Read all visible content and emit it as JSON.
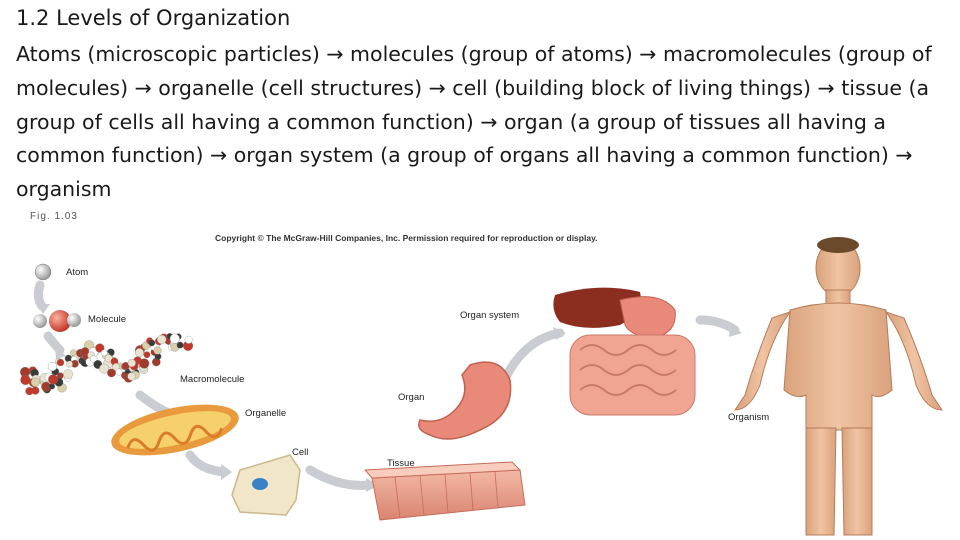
{
  "slide": {
    "title": "1.2 Levels of Organization",
    "body": "Atoms (microscopic particles) → molecules (group of atoms) → macromolecules (group of molecules) → organelle (cell structures) → cell (building block of living things) → tissue (a group of cells all having a common function) → organ (a group of tissues all having a common function) → organ system (a group of organs all having a common function) → organism"
  },
  "figure": {
    "fig_number": "Fig. 1.03",
    "copyright": "Copyright © The McGraw-Hill Companies, Inc. Permission required for reproduction or display.",
    "labels": {
      "atom": "Atom",
      "molecule": "Molecule",
      "macromolecule": "Macromolecule",
      "organelle": "Organelle",
      "cell": "Cell",
      "tissue": "Tissue",
      "organ": "Organ",
      "organ_system": "Organ system",
      "organism": "Organism"
    },
    "colors": {
      "arrow": "#c9cdd1",
      "skin": "#e8b896",
      "organ_pink": "#e8897a",
      "liver": "#8b2d1f",
      "mito_orange": "#e89a3c",
      "cell_blue": "#3b7fc4"
    }
  }
}
